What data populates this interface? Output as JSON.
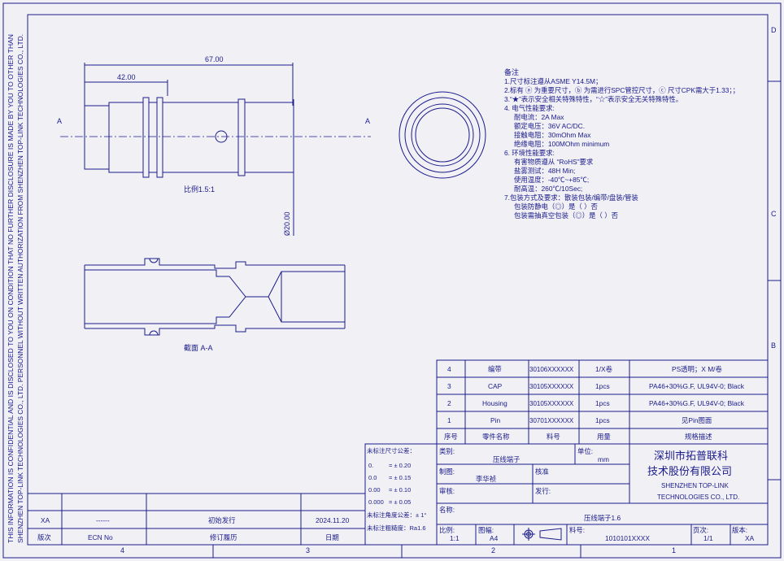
{
  "border": {
    "side_text_line1": "THIS INFORMATION IS CONFIDENTIAL AND IS DISCLOSED TO YOU ON CONDITION THAT NO FURTHER DISCLOSURE IS MADE BY YOU TO OTHER THAN",
    "side_text_line2": "SHENZHEN TOP-LINK TECHNOLOGIES CO., LTD. PERSONNEL WITHOUT WRITTEN AUTHORIZATION FROM SHENZHEN TOP-LINK TECHNOLOGIES CO., LTD.",
    "zones_bottom": [
      "4",
      "3",
      "2",
      "1"
    ],
    "zones_right": [
      "D",
      "C",
      "B"
    ]
  },
  "views": {
    "dim_overall": "67.00",
    "dim_partial": "42.00",
    "dim_diameter": "Ø20.00",
    "section_mark": "A",
    "scale_label": "比例1.5:1",
    "section_label": "截面 A-A"
  },
  "notes": [
    "备注",
    "1.尺寸标注遵从ASME Y14.5M；",
    "2.标有 ⓐ 为重要尺寸，ⓑ 为需进行SPC管控尺寸，ⓒ 尺寸CPK需大于1.33；；",
    "3.“★”表示安全相关特殊特性，“☆”表示安全无关特殊特性。",
    "4. 电气性能要求:",
    "耐电流：2A Max",
    "额定电压：36V AC/DC.",
    "接触电阻：30mOhm Max",
    "绝缘电阻：100MOhm minimum",
    "6. 环境性能要求:",
    "有害物质遵从 “RoHS”要求",
    "盐雾测试：48H Min;",
    "使用温度：-40℃~+85℃;",
    "耐高温：260℃/10Sec;",
    "7.包装方式及要求：散装包装/编带/盘装/管装",
    "包装防静电（◎）是（ ）否",
    "包装需抽真空包装（◎）是（ ）否"
  ],
  "bom": {
    "rows": [
      {
        "num": "4",
        "name": "编带",
        "part": "30106XXXXXX",
        "qty": "1/X卷",
        "spec": "PS透明；X M/卷"
      },
      {
        "num": "3",
        "name": "CAP",
        "part": "30105XXXXXX",
        "qty": "1pcs",
        "spec": "PA46+30%G.F, UL94V-0; Black"
      },
      {
        "num": "2",
        "name": "Housing",
        "part": "30105XXXXXX",
        "qty": "1pcs",
        "spec": "PA46+30%G.F, UL94V-0; Black"
      },
      {
        "num": "1",
        "name": "Pin",
        "part": "30701XXXXXX",
        "qty": "1pcs",
        "spec": "见Pin图面"
      }
    ],
    "header": {
      "num": "序号",
      "name": "零件名称",
      "part": "料号",
      "qty": "用量",
      "spec": "规格描述"
    }
  },
  "tolerance": {
    "title": "未标注尺寸公差：",
    "rows": [
      {
        "fmt": "0.",
        "val": "= ± 0.20"
      },
      {
        "fmt": "0.0",
        "val": "= ± 0.15"
      },
      {
        "fmt": "0.00",
        "val": "= ± 0.10"
      },
      {
        "fmt": "0.000",
        "val": "= ± 0.05"
      }
    ],
    "angle": "未标注角度公差：± 1°",
    "roughness": "未标注粗糙度：Ra1.6"
  },
  "title_block": {
    "category_label": "类别:",
    "category_value": "压线端子",
    "unit_label": "单位:",
    "unit_value": "mm",
    "drafter_label": "制图:",
    "drafter_value": "李华祯",
    "check_label": "核准",
    "review_label": "审核:",
    "issue_label": "发行:",
    "name_label": "名称:",
    "name_value": "压线端子1.6",
    "scale_label": "比例:",
    "scale_value": "1:1",
    "sheet_label": "图幅:",
    "sheet_value": "A4",
    "part_label": "料号:",
    "part_value": "1010101XXXX",
    "page_label": "页次:",
    "page_value": "1/1",
    "version_label": "版本:",
    "version_value": "XA",
    "company_cn_1": "深圳市拓普联科",
    "company_cn_2": "技术股份有限公司",
    "company_en_1": "SHENZHEN TOP-LINK",
    "company_en_2": "TECHNOLOGIES CO., LTD."
  },
  "revision": {
    "row": {
      "ver": "XA",
      "ecn": "------",
      "desc": "初始发行",
      "date": "2024.11.20"
    },
    "header": {
      "ver": "版次",
      "ecn": "ECN No",
      "desc": "修订履历",
      "date": "日期"
    }
  }
}
